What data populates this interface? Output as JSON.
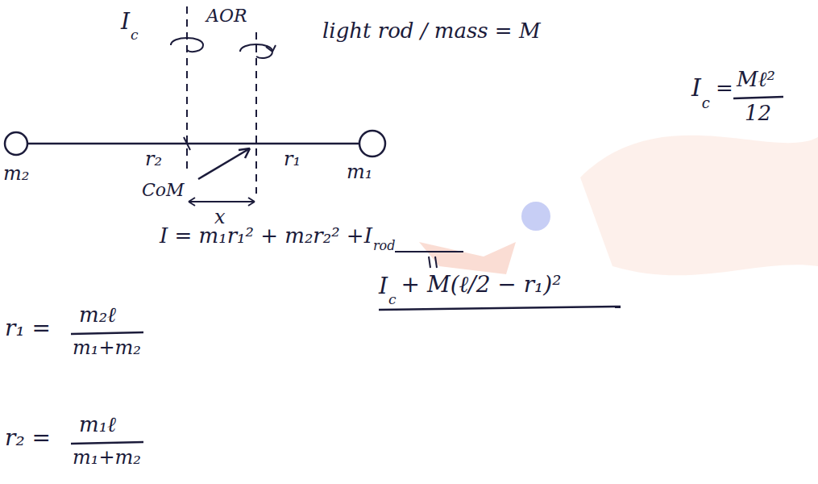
{
  "diagram": {
    "labels": [
      "I",
      "c",
      "AOR",
      "light rod / mass = M",
      "I",
      "c",
      "=",
      "Mℓ²",
      "12",
      "m₂",
      "r₂",
      "r₁",
      "m₁",
      "CoM",
      "x",
      "I = m₁r₁² + m₂r₂² + ",
      "I",
      "rod",
      "I",
      "c",
      "+ M(ℓ/2 − r₁)²",
      "r₁ =",
      "m₂ℓ",
      "m₁+m₂",
      "r₂ =",
      "m₁ℓ",
      "m₁+m₂"
    ]
  }
}
